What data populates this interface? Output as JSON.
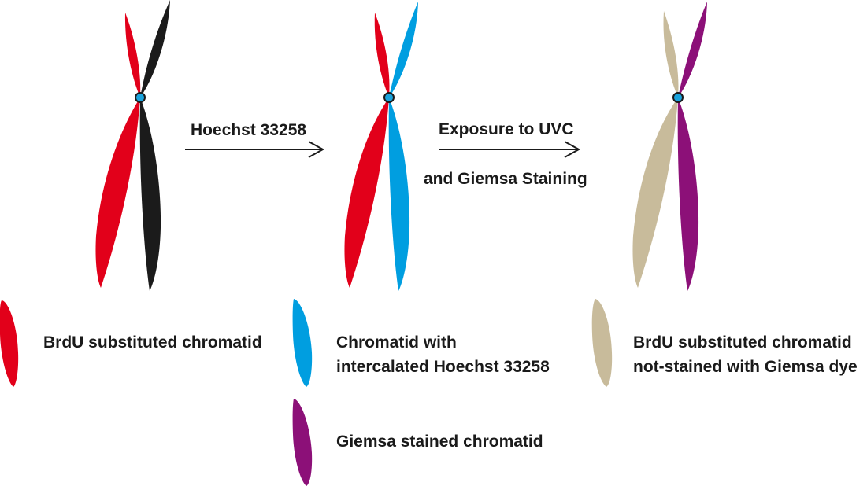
{
  "steps": {
    "step1_label": "Hoechst 33258",
    "step2_line1": "Exposure to UVC",
    "step2_line2": "and Giemsa Staining"
  },
  "legend": {
    "brdu": "BrdU substituted chromatid",
    "hoechst_line1": "Chromatid with",
    "hoechst_line2": "intercalated Hoechst 33258",
    "unstained_line1": "BrdU substituted chromatid",
    "unstained_line2": "not-stained with Giemsa dye",
    "giemsa": "Giemsa stained chromatid"
  },
  "colors": {
    "brdu_red": "#e2001a",
    "normal_black": "#1b1b1b",
    "hoechst_blue": "#009ee0",
    "unstained_beige": "#c8bb9b",
    "giemsa_purple": "#8c1078",
    "centromere_blue": "#1aa3dc",
    "arrow": "#1a1a1a"
  }
}
